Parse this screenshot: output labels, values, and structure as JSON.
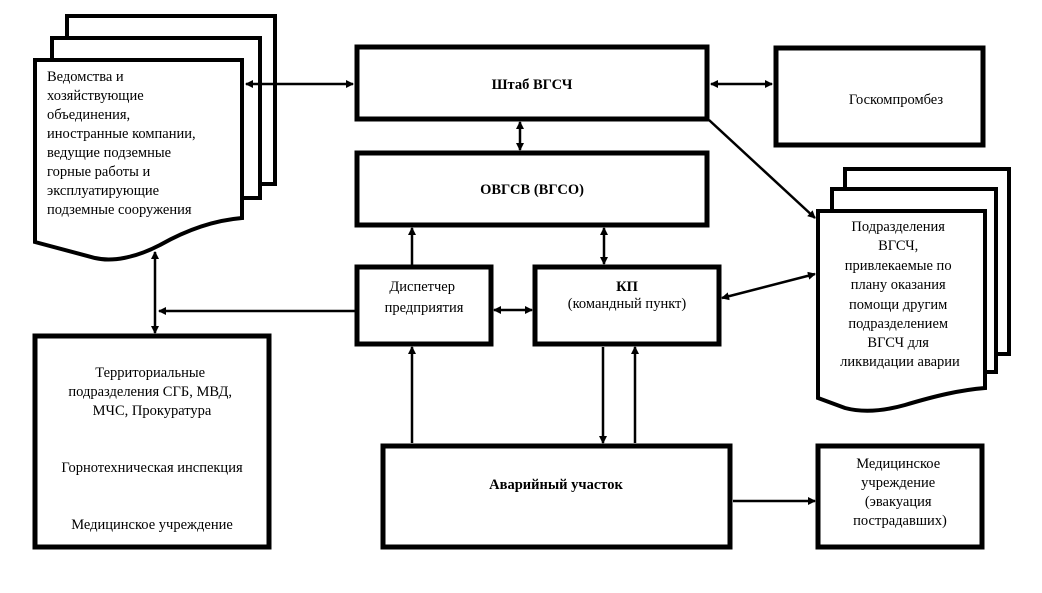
{
  "diagram": {
    "nodes": {
      "agencies": {
        "lines": [
          "Ведомства и",
          "хозяйствующие",
          "объединения,",
          "иностранные компании,",
          "ведущие подземные",
          "горные работы и",
          "эксплуатирующие",
          "подземные сооружения"
        ]
      },
      "hq": {
        "label": "Штаб ВГСЧ"
      },
      "gospromnadzor": {
        "label": "Госкомпромбез"
      },
      "ovgsv": {
        "label": "ОВГСВ (ВГСО)"
      },
      "dispatcher": {
        "lines": [
          "Диспетчер",
          "предприятия"
        ]
      },
      "command_post": {
        "title": "КП",
        "subtitle": "(командный пункт)"
      },
      "units": {
        "lines": [
          "Подразделения",
          "ВГСЧ,",
          "привлекаемые по",
          "плану оказания",
          "помощи другим",
          "подразделением",
          "ВГСЧ для",
          "ликвидации аварии"
        ]
      },
      "territorial": {
        "group1": [
          "Территориальные",
          "подразделения СГБ, МВД,",
          "МЧС, Прокуратура"
        ],
        "group2": "Горнотехническая инспекция",
        "group3": "Медицинское учреждение"
      },
      "accident_site": {
        "label": "Аварийный участок"
      },
      "medical": {
        "lines": [
          "Медицинское",
          "учреждение",
          "(эвакуация",
          "пострадавших)"
        ]
      }
    },
    "edges": [
      {
        "from": "agencies",
        "to": "hq",
        "direction": "both"
      },
      {
        "from": "hq",
        "to": "gospromnadzor",
        "direction": "both"
      },
      {
        "from": "hq",
        "to": "ovgsv",
        "direction": "both"
      },
      {
        "from": "hq",
        "to": "units",
        "direction": "forward"
      },
      {
        "from": "dispatcher",
        "to": "ovgsv",
        "direction": "forward"
      },
      {
        "from": "command_post",
        "to": "ovgsv",
        "direction": "both"
      },
      {
        "from": "dispatcher",
        "to": "command_post",
        "direction": "both"
      },
      {
        "from": "command_post",
        "to": "units",
        "direction": "both"
      },
      {
        "from": "dispatcher",
        "to": "agencies-territorial-link",
        "direction": "forward"
      },
      {
        "from": "agencies",
        "to": "territorial",
        "direction": "both"
      },
      {
        "from": "command_post",
        "to": "accident_site",
        "direction": "forward"
      },
      {
        "from": "accident_site",
        "to": "command_post",
        "direction": "forward"
      },
      {
        "from": "accident_site",
        "to": "dispatcher",
        "direction": "forward"
      },
      {
        "from": "accident_site",
        "to": "medical",
        "direction": "forward"
      }
    ]
  }
}
